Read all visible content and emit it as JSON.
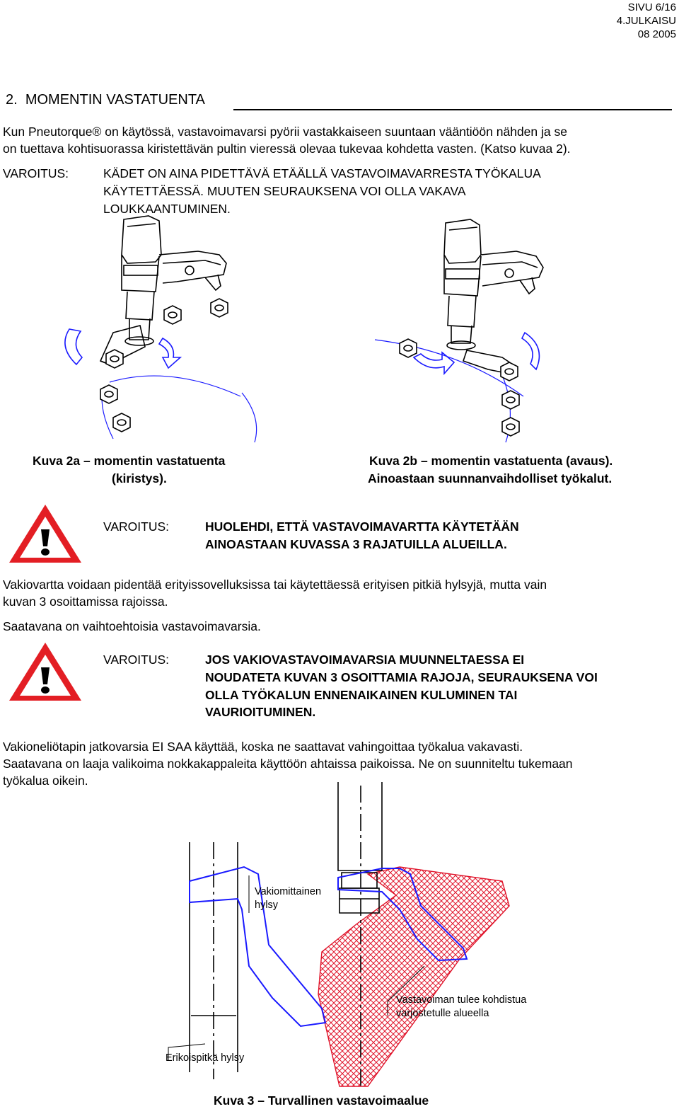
{
  "header": {
    "page": "SIVU 6/16",
    "edition": "4.JULKAISU",
    "date": "08 2005"
  },
  "section": {
    "number": "2.",
    "title": "MOMENTIN VASTATUENTA"
  },
  "intro": {
    "line1": "Kun Pneutorque® on käytössä, vastavoimavarsi pyörii vastakkaiseen suuntaan vääntiöön nähden ja se",
    "line2": "on tuettava kohtisuorassa kiristettävän pultin vieressä olevaa tukevaa kohdetta vasten. (Katso kuvaa 2)."
  },
  "warning1": {
    "label": "VAROITUS:",
    "line1": "KÄDET ON AINA PIDETTÄVÄ ETÄÄLLÄ VASTAVOIMAVARRESTA TYÖKALUA",
    "line2": "KÄYTETTÄESSÄ. MUUTEN SEURAUKSENA VOI OLLA VAKAVA",
    "line3": "LOUKKAANTUMINEN."
  },
  "figure2": {
    "caption_a1": "Kuva 2a – momentin vastatuenta",
    "caption_a2": "(kiristys).",
    "caption_b1": "Kuva 2b – momentin vastatuenta (avaus).",
    "caption_b2": "Ainoastaan suunnanvaihdolliset työkalut."
  },
  "warning2": {
    "label": "VAROITUS:",
    "line1": "HUOLEHDI, ETTÄ VASTAVOIMAVARTTA KÄYTETÄÄN",
    "line2": "AINOASTAAN KUVASSA 3 RAJATUILLA ALUEILLA."
  },
  "para2": {
    "line1": "Vakiovartta voidaan pidentää erityissovelluksissa tai käytettäessä erityisen pitkiä hylsyjä, mutta vain",
    "line2": "kuvan 3 osoittamissa rajoissa."
  },
  "para3": "Saatavana on vaihtoehtoisia vastavoimavarsia.",
  "warning3": {
    "label": "VAROITUS:",
    "line1": "JOS VAKIOVASTAVOIMAVARSIA MUUNNELTAESSA EI",
    "line2": "NOUDATETA KUVAN 3 OSOITTAMIA RAJOJA, SEURAUKSENA VOI",
    "line3": "OLLA TYÖKALUN ENNENAIKAINEN KULUMINEN TAI",
    "line4": "VAURIOITUMINEN."
  },
  "para4": {
    "line1": "Vakioneliötapin jatkovarsia EI SAA käyttää, koska ne saattavat vahingoittaa työkalua vakavasti.",
    "line2": "Saatavana on laaja valikoima nokkakappaleita käyttöön ahtaissa paikoissa. Ne on suunniteltu tukemaan",
    "line3": "työkalua oikein."
  },
  "figure3": {
    "label_standard1": "Vakiomittainen",
    "label_standard2": "hylsy",
    "label_area1": "Vastavoiman tulee kohdistua",
    "label_area2": "varjostetulle alueella",
    "label_special": "Erikoispitkä hylsy",
    "caption": "Kuva 3 – Turvallinen vastavoimaalue"
  },
  "colors": {
    "hatch": "#e0142a",
    "tool_blue": "#1a1aff",
    "warning_red": "#e31e24"
  }
}
